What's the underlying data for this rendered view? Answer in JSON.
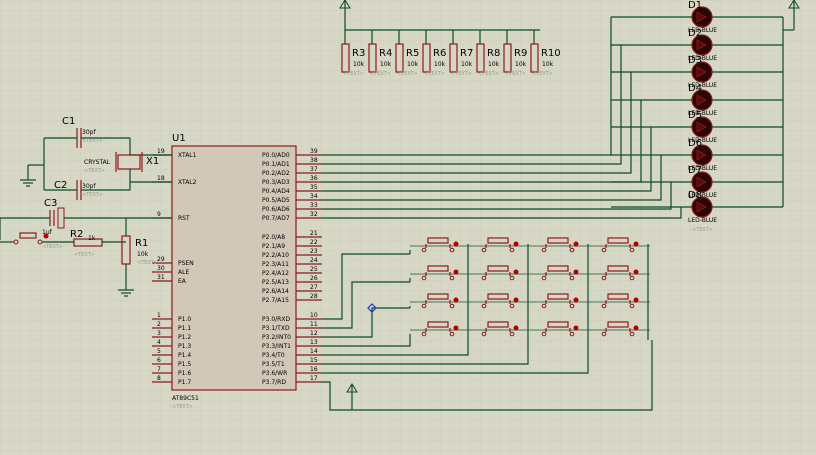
{
  "ghost_text": "<TEXT>",
  "mcu": {
    "ref": "U1",
    "part": "AT89C51",
    "left_pins": [
      {
        "num": "19",
        "name": "XTAL1"
      },
      {
        "num": "18",
        "name": "XTAL2"
      },
      {
        "num": "9",
        "name": "RST"
      },
      {
        "num": "29",
        "name": "PSEN"
      },
      {
        "num": "30",
        "name": "ALE"
      },
      {
        "num": "31",
        "name": "EA"
      },
      {
        "num": "1",
        "name": "P1.0"
      },
      {
        "num": "2",
        "name": "P1.1"
      },
      {
        "num": "3",
        "name": "P1.2"
      },
      {
        "num": "4",
        "name": "P1.3"
      },
      {
        "num": "5",
        "name": "P1.4"
      },
      {
        "num": "6",
        "name": "P1.5"
      },
      {
        "num": "7",
        "name": "P1.6"
      },
      {
        "num": "8",
        "name": "P1.7"
      }
    ],
    "right_pins": [
      {
        "num": "39",
        "name": "P0.0/AD0"
      },
      {
        "num": "38",
        "name": "P0.1/AD1"
      },
      {
        "num": "37",
        "name": "P0.2/AD2"
      },
      {
        "num": "36",
        "name": "P0.3/AD3"
      },
      {
        "num": "35",
        "name": "P0.4/AD4"
      },
      {
        "num": "34",
        "name": "P0.5/AD5"
      },
      {
        "num": "33",
        "name": "P0.6/AD6"
      },
      {
        "num": "32",
        "name": "P0.7/AD7"
      },
      {
        "num": "21",
        "name": "P2.0/A8"
      },
      {
        "num": "22",
        "name": "P2.1/A9"
      },
      {
        "num": "23",
        "name": "P2.2/A10"
      },
      {
        "num": "24",
        "name": "P2.3/A11"
      },
      {
        "num": "25",
        "name": "P2.4/A12"
      },
      {
        "num": "26",
        "name": "P2.5/A13"
      },
      {
        "num": "27",
        "name": "P2.6/A14"
      },
      {
        "num": "28",
        "name": "P2.7/A15"
      },
      {
        "num": "10",
        "name": "P3.0/RXD"
      },
      {
        "num": "11",
        "name": "P3.1/TXD"
      },
      {
        "num": "12",
        "name": "P3.2/INT0"
      },
      {
        "num": "13",
        "name": "P3.3/INT1"
      },
      {
        "num": "14",
        "name": "P3.4/T0"
      },
      {
        "num": "15",
        "name": "P3.5/T1"
      },
      {
        "num": "16",
        "name": "P3.6/WR"
      },
      {
        "num": "17",
        "name": "P3.7/RD"
      }
    ]
  },
  "crystal": {
    "ref": "X1",
    "value": "CRYSTAL"
  },
  "c1": {
    "ref": "C1",
    "value": "30pf"
  },
  "c2": {
    "ref": "C2",
    "value": "30pf"
  },
  "c3": {
    "ref": "C3",
    "value": "1uf"
  },
  "r1": {
    "ref": "R1",
    "value": "10k"
  },
  "r2": {
    "ref": "R2",
    "value": "1k"
  },
  "resistor_bank": [
    {
      "ref": "R3",
      "value": "10k"
    },
    {
      "ref": "R4",
      "value": "10k"
    },
    {
      "ref": "R5",
      "value": "10k"
    },
    {
      "ref": "R6",
      "value": "10k"
    },
    {
      "ref": "R7",
      "value": "10k"
    },
    {
      "ref": "R8",
      "value": "10k"
    },
    {
      "ref": "R9",
      "value": "10k"
    },
    {
      "ref": "R10",
      "value": "10k"
    }
  ],
  "leds": [
    {
      "ref": "D1",
      "value": "LED-BLUE"
    },
    {
      "ref": "D2",
      "value": "LED-BLUE"
    },
    {
      "ref": "D3",
      "value": "LED-BLUE"
    },
    {
      "ref": "D4",
      "value": "LED-BLUE"
    },
    {
      "ref": "D5",
      "value": "LED-BLUE"
    },
    {
      "ref": "D6",
      "value": "LED-BLUE"
    },
    {
      "ref": "D7",
      "value": "LED-BLUE"
    },
    {
      "ref": "D8",
      "value": "LED-BLUE"
    }
  ],
  "keypad": {
    "rows": 4,
    "cols": 4
  },
  "colors": {
    "background": "#d7d7c6",
    "grid": "#c3c3b2",
    "wire": "#0b4d24",
    "component": "#8b1a1a",
    "chip_fill": "#d2c8b8",
    "terminal_dot": "#b50000",
    "junction": "#2233cc"
  }
}
